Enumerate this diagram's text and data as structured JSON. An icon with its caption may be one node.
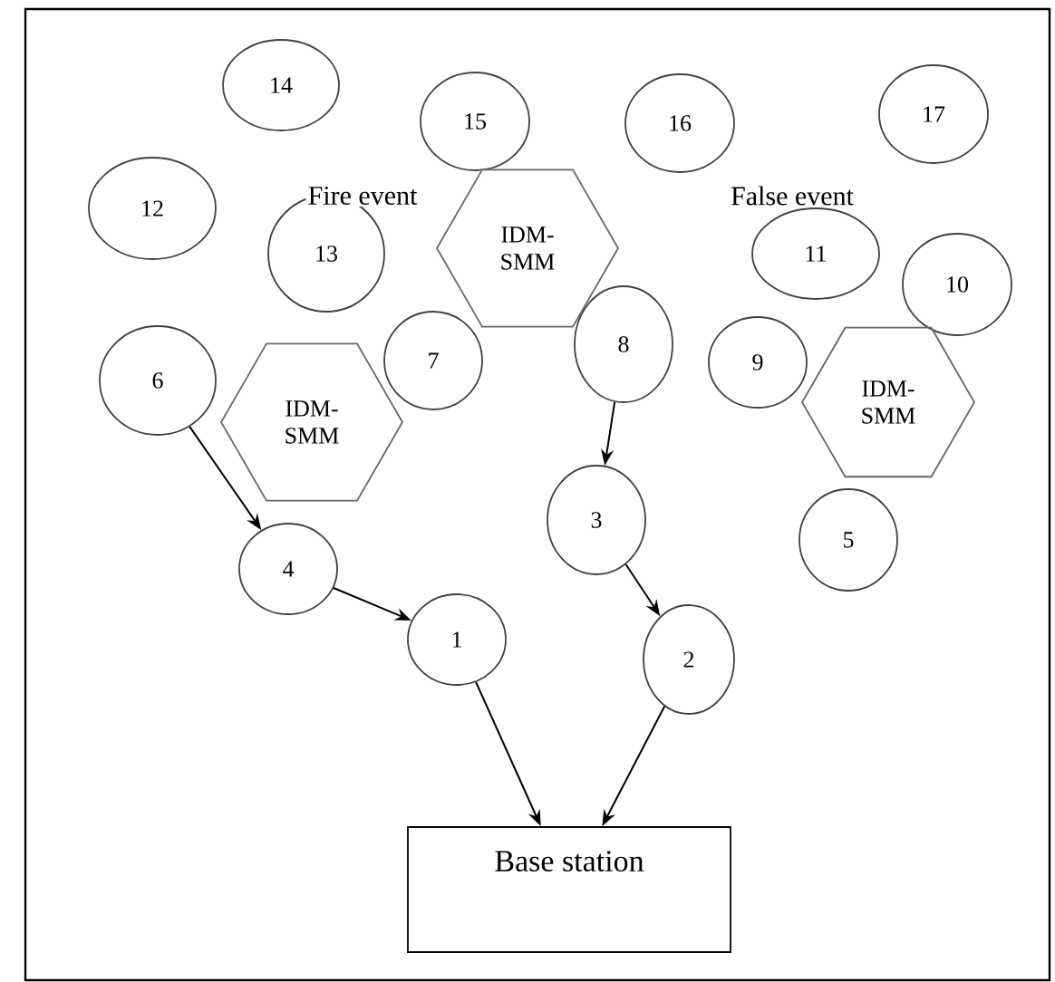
{
  "diagram": {
    "nodes": [
      {
        "text": [
          "14"
        ]
      },
      {
        "text": [
          "15"
        ]
      },
      {
        "text": [
          "16"
        ]
      },
      {
        "text": [
          "17"
        ]
      },
      {
        "text": [
          "12"
        ]
      },
      {
        "text": [
          "13"
        ]
      },
      {
        "text": [
          "IDM-SMM"
        ]
      },
      {
        "text": [
          "11"
        ]
      },
      {
        "text": [
          "10"
        ]
      },
      {
        "text": [
          "7"
        ]
      },
      {
        "text": [
          "8"
        ]
      },
      {
        "text": [
          "9"
        ]
      },
      {
        "text": [
          "6"
        ]
      },
      {
        "text": [
          "IDM-SMM"
        ]
      },
      {
        "text": [
          "IDM-SMM"
        ]
      },
      {
        "text": [
          "3"
        ]
      },
      {
        "text": [
          "5"
        ]
      },
      {
        "text": [
          "4"
        ]
      },
      {
        "text": [
          "1"
        ]
      },
      {
        "text": [
          "2"
        ]
      },
      {
        "text": [
          "Base station"
        ]
      }
    ],
    "edges": [
      {
        "from": 12,
        "to": 17,
        "arrow": "to"
      },
      {
        "from": 17,
        "to": 18,
        "arrow": "to"
      },
      {
        "from": 10,
        "to": 15,
        "arrow": "to"
      },
      {
        "from": 15,
        "to": 19,
        "arrow": "to"
      },
      {
        "from": 18,
        "to": 20,
        "arrow": "to"
      },
      {
        "from": 19,
        "to": 20,
        "arrow": "to"
      }
    ],
    "labels": [
      "Fire event",
      "False event"
    ]
  }
}
